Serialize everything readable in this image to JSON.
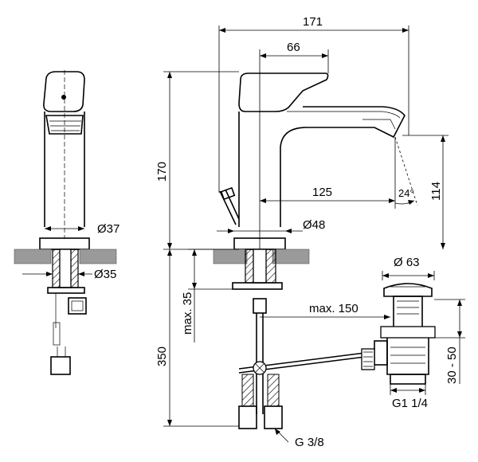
{
  "dimensions": {
    "overall_length": "171",
    "spout_offset": "66",
    "height": "170",
    "spout_height": "114",
    "reach": "125",
    "spout_angle": "24°",
    "body_diameter_side": "Ø37",
    "base_diameter": "Ø48",
    "hole_diameter": "Ø35",
    "deck_thickness": "max. 35",
    "hose_length": "350",
    "popup_reach": "max. 150",
    "waste_diameter": "Ø 63",
    "waste_thread": "G1 1/4",
    "waste_range": "30 - 50",
    "supply_thread": "G 3/8"
  }
}
